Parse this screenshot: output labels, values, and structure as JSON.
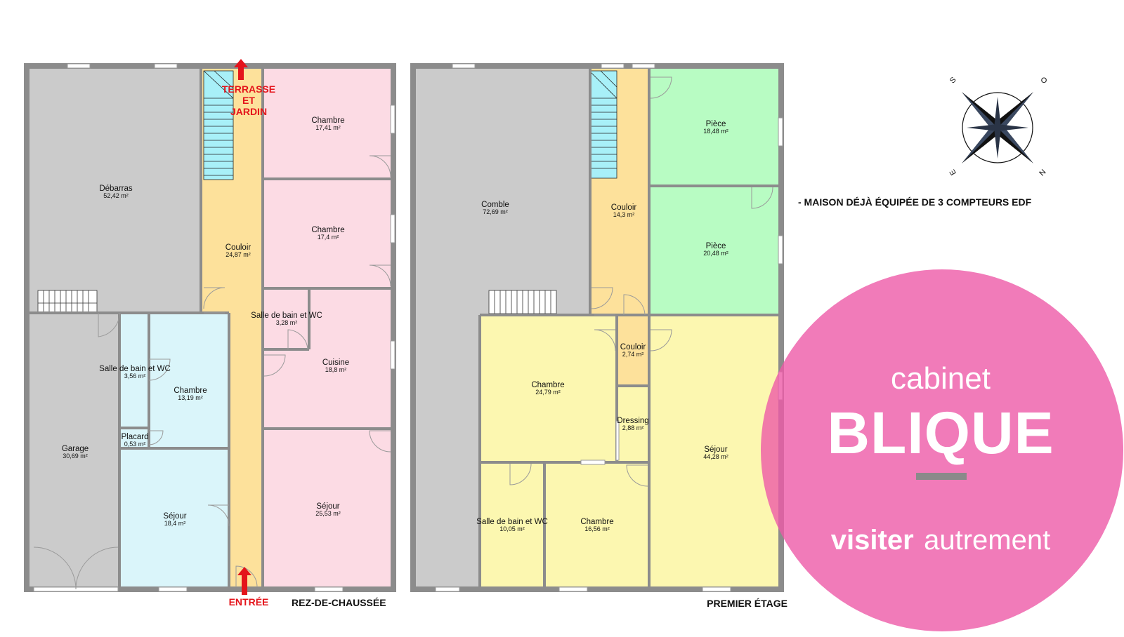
{
  "ground_floor": {
    "label": "REZ-DE-CHAUSSÉE",
    "entrance_label": "ENTRÉE",
    "garden_label": [
      "TERRASSE",
      "ET",
      "JARDIN"
    ],
    "rooms": [
      {
        "name": "Débarras",
        "area": "52,42 m²"
      },
      {
        "name": "Couloir",
        "area": "24,87 m²"
      },
      {
        "name": "Chambre",
        "area": "17,41 m²"
      },
      {
        "name": "Chambre",
        "area": "17,4 m²"
      },
      {
        "name": "Salle de bain et WC",
        "area": "3,28 m²"
      },
      {
        "name": "Cuisine",
        "area": "18,8 m²"
      },
      {
        "name": "Séjour",
        "area": "25,53 m²"
      },
      {
        "name": "Garage",
        "area": "30,69 m²"
      },
      {
        "name": "Salle de bain et WC",
        "area": "3,56 m²"
      },
      {
        "name": "Chambre",
        "area": "13,19 m²"
      },
      {
        "name": "Placard",
        "area": "0,53 m²"
      },
      {
        "name": "Séjour",
        "area": "18,4 m²"
      }
    ]
  },
  "first_floor": {
    "label": "PREMIER ÉTAGE",
    "rooms": [
      {
        "name": "Comble",
        "area": "72,69 m²"
      },
      {
        "name": "Couloir",
        "area": "14,3 m²"
      },
      {
        "name": "Pièce",
        "area": "18,48 m²"
      },
      {
        "name": "Pièce",
        "area": "20,48 m²"
      },
      {
        "name": "Couloir",
        "area": "2,74 m²"
      },
      {
        "name": "Chambre",
        "area": "24,79 m²"
      },
      {
        "name": "Dressing",
        "area": "2,88 m²"
      },
      {
        "name": "Séjour",
        "area": "44,28 m²"
      },
      {
        "name": "Salle de bain et WC",
        "area": "10,05 m²"
      },
      {
        "name": "Chambre",
        "area": "16,56 m²"
      }
    ]
  },
  "note": "- MAISON DÉJÀ ÉQUIPÉE DE 3 COMPTEURS EDF",
  "compass": {
    "letters": [
      "O",
      "S",
      "E",
      "N"
    ]
  },
  "brand": {
    "line1": "cabinet",
    "line2": "BLIQUE",
    "tagline_a": "visiter",
    "tagline_b": "autrement",
    "circle_color": "#ee5aa8"
  },
  "colors": {
    "gray": "#cbcbcb",
    "corridor": "#fde19b",
    "pink": "#fcdbe4",
    "blue": "#daf5fa",
    "green": "#b8fcc3",
    "yellow": "#fcf7b0",
    "wall": "#8c8c8c",
    "red": "#e4141b"
  }
}
